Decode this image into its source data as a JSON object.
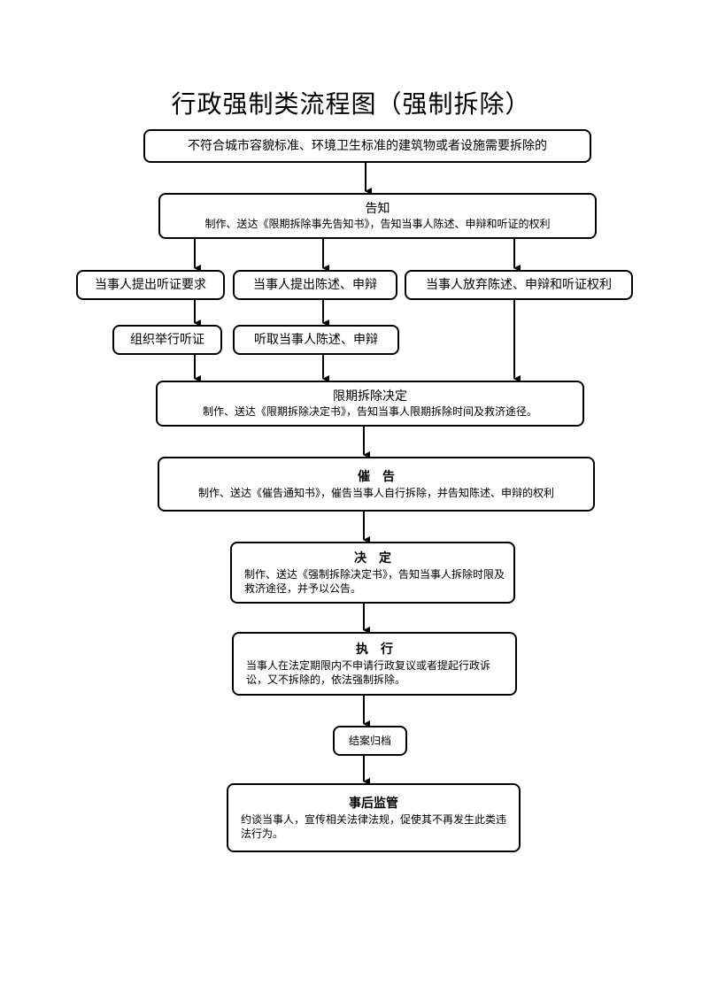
{
  "title": "行政强制类流程图（强制拆除）",
  "nodes": {
    "start": "不符合城市容貌标准、环境卫生标准的建筑物或者设施需要拆除的",
    "notice_title": "告知",
    "notice_body": "制作、送达《限期拆除事先告知书》，告知当事人陈述、申辩和听证的权利",
    "hearing_request": "当事人提出听证要求",
    "statement": "当事人提出陈述、申辩",
    "waive": "当事人放弃陈述、申辩和听证权利",
    "hold_hearing": "组织举行听证",
    "listen": "听取当事人陈述、申辩",
    "deadline_title": "限期拆除决定",
    "deadline_body": "制作、送达《限期拆除决定书》，告知当事人限期拆除时间及救济途径。",
    "urge_title": "催　告",
    "urge_body": "制作、送达《催告通知书》，催告当事人自行拆除，并告知陈述、申辩的权利",
    "decide_title": "决　定",
    "decide_body": "制作、送达《强制拆除决定书》，告知当事人拆除时限及救济途径，并予以公告。",
    "execute_title": "执　行",
    "execute_body": "当事人在法定期限内不申请行政复议或者提起行政诉讼，又不拆除的，依法强制拆除。",
    "archive": "结案归档",
    "supervise_title": "事后监管",
    "supervise_body": "约谈当事人，宣传相关法律法规，促使其不再发生此类违法行为。"
  }
}
